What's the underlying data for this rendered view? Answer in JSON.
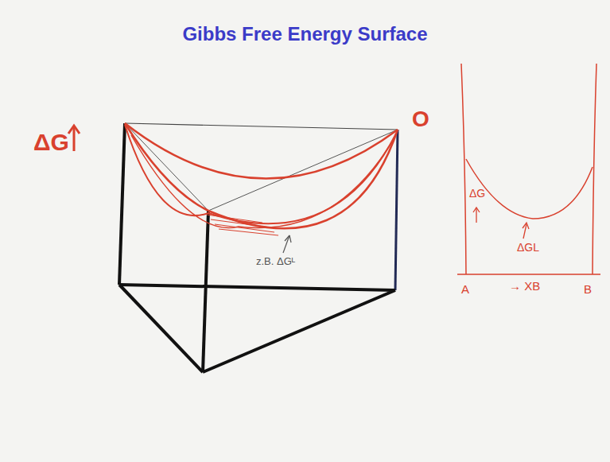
{
  "diagram": {
    "title": "Gibbs Free Energy Surface",
    "labels": [
      "ΔG",
      "O",
      "z.B. ΔGᴸ",
      "ΔG",
      "ΔGL",
      "A",
      "→ XB",
      "B"
    ]
  }
}
